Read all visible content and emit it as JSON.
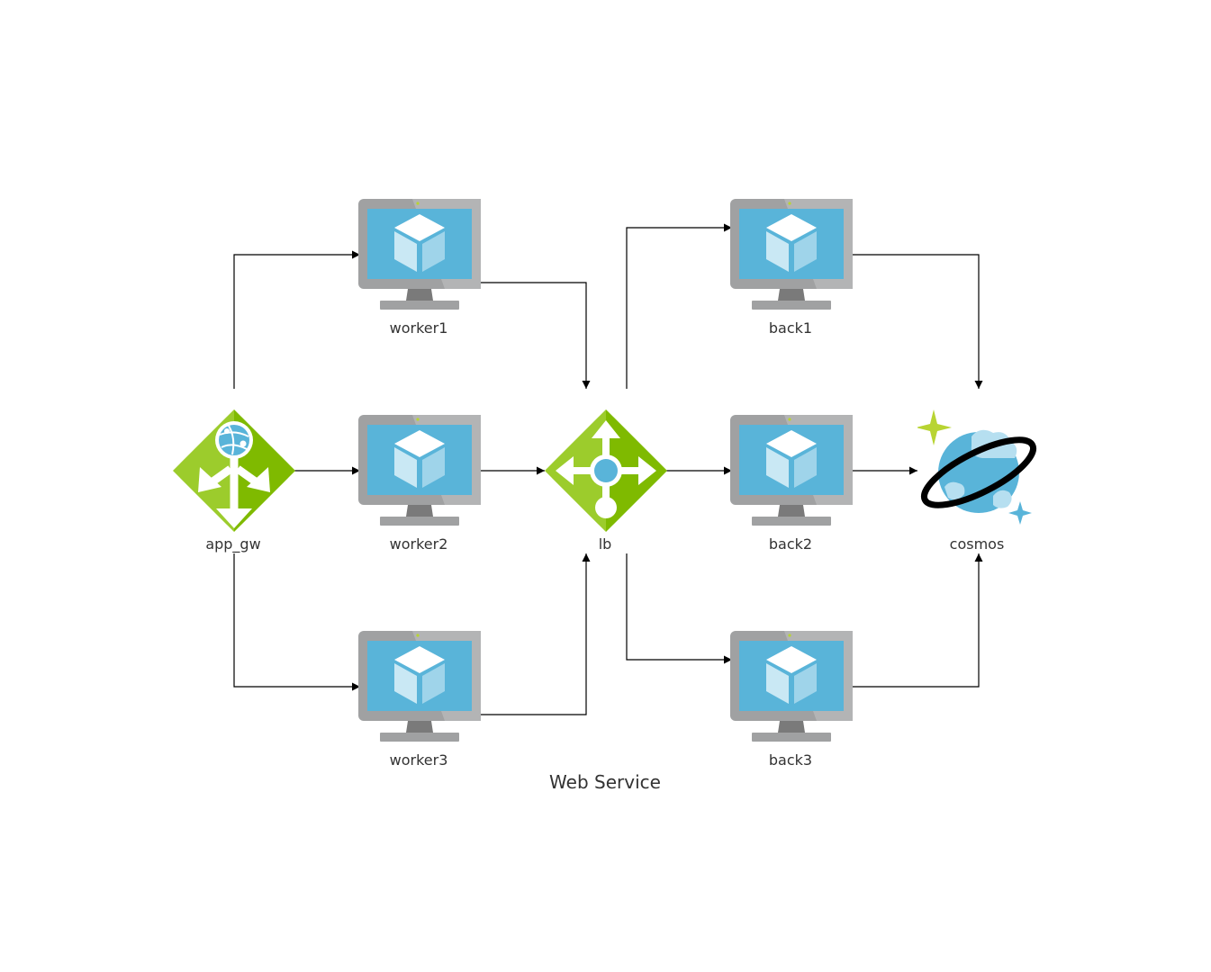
{
  "diagram": {
    "caption": "Web Service",
    "nodes": [
      {
        "id": "app_gw",
        "label": "app_gw",
        "icon": "application-gateway-icon"
      },
      {
        "id": "worker1",
        "label": "worker1",
        "icon": "virtual-machine-icon"
      },
      {
        "id": "worker2",
        "label": "worker2",
        "icon": "virtual-machine-icon"
      },
      {
        "id": "worker3",
        "label": "worker3",
        "icon": "virtual-machine-icon"
      },
      {
        "id": "lb",
        "label": "lb",
        "icon": "load-balancer-icon"
      },
      {
        "id": "back1",
        "label": "back1",
        "icon": "virtual-machine-icon"
      },
      {
        "id": "back2",
        "label": "back2",
        "icon": "virtual-machine-icon"
      },
      {
        "id": "back3",
        "label": "back3",
        "icon": "virtual-machine-icon"
      },
      {
        "id": "cosmos",
        "label": "cosmos",
        "icon": "cosmos-db-icon"
      }
    ],
    "edges": [
      {
        "from": "app_gw",
        "to": "worker1"
      },
      {
        "from": "app_gw",
        "to": "worker2"
      },
      {
        "from": "app_gw",
        "to": "worker3"
      },
      {
        "from": "worker1",
        "to": "lb"
      },
      {
        "from": "worker2",
        "to": "lb"
      },
      {
        "from": "worker3",
        "to": "lb"
      },
      {
        "from": "lb",
        "to": "back1"
      },
      {
        "from": "lb",
        "to": "back2"
      },
      {
        "from": "lb",
        "to": "back3"
      },
      {
        "from": "back1",
        "to": "cosmos"
      },
      {
        "from": "back2",
        "to": "cosmos"
      },
      {
        "from": "back3",
        "to": "cosmos"
      }
    ],
    "colors": {
      "azure_green": "#7fba00",
      "azure_green_light": "#9ccc2c",
      "azure_blue": "#59b4d9",
      "monitor_gray": "#a0a1a2",
      "edge": "#000000",
      "text": "#333333"
    }
  }
}
